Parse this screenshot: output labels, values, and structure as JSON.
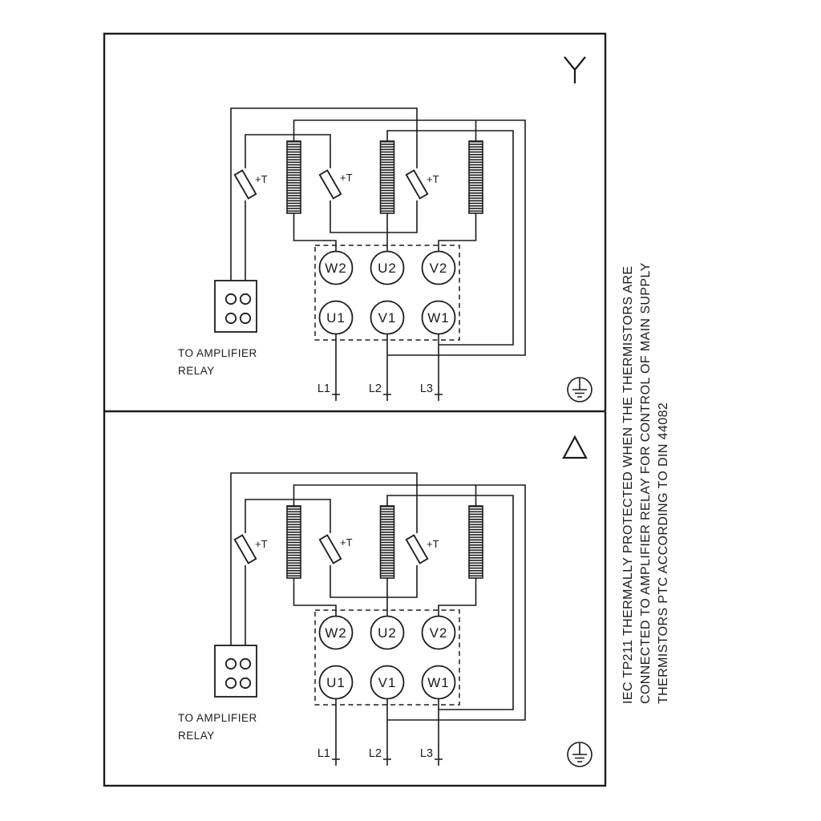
{
  "frame": {
    "background": "#ffffff",
    "line_color": "#1c1c1c"
  },
  "note": {
    "line1": "IEC TP211 THERMALLY PROTECTED WHEN THE THERMISTORS ARE",
    "line2": "CONNECTED TO AMPLIFIER RELAY FOR CONTROL OF MAIN SUPPLY",
    "line3": "THERMISTORS PTC ACCORDING TO DIN 44082"
  },
  "panel_content": {
    "amplifier_line1": "TO AMPLIFIER",
    "amplifier_line2": "RELAY",
    "thermistor_labels": [
      "+T",
      "+T",
      "+T"
    ],
    "terminals_top": [
      "W2",
      "U2",
      "V2"
    ],
    "terminals_bottom": [
      "U1",
      "V1",
      "W1"
    ],
    "supply_labels": [
      "L1",
      "L2",
      "L3"
    ]
  },
  "panels": [
    {
      "name": "star-connection",
      "connection_icon": "star-connection-icon",
      "earth_icon": "protective-earth-icon"
    },
    {
      "name": "delta-connection",
      "connection_icon": "delta-connection-icon",
      "earth_icon": "protective-earth-icon"
    }
  ]
}
